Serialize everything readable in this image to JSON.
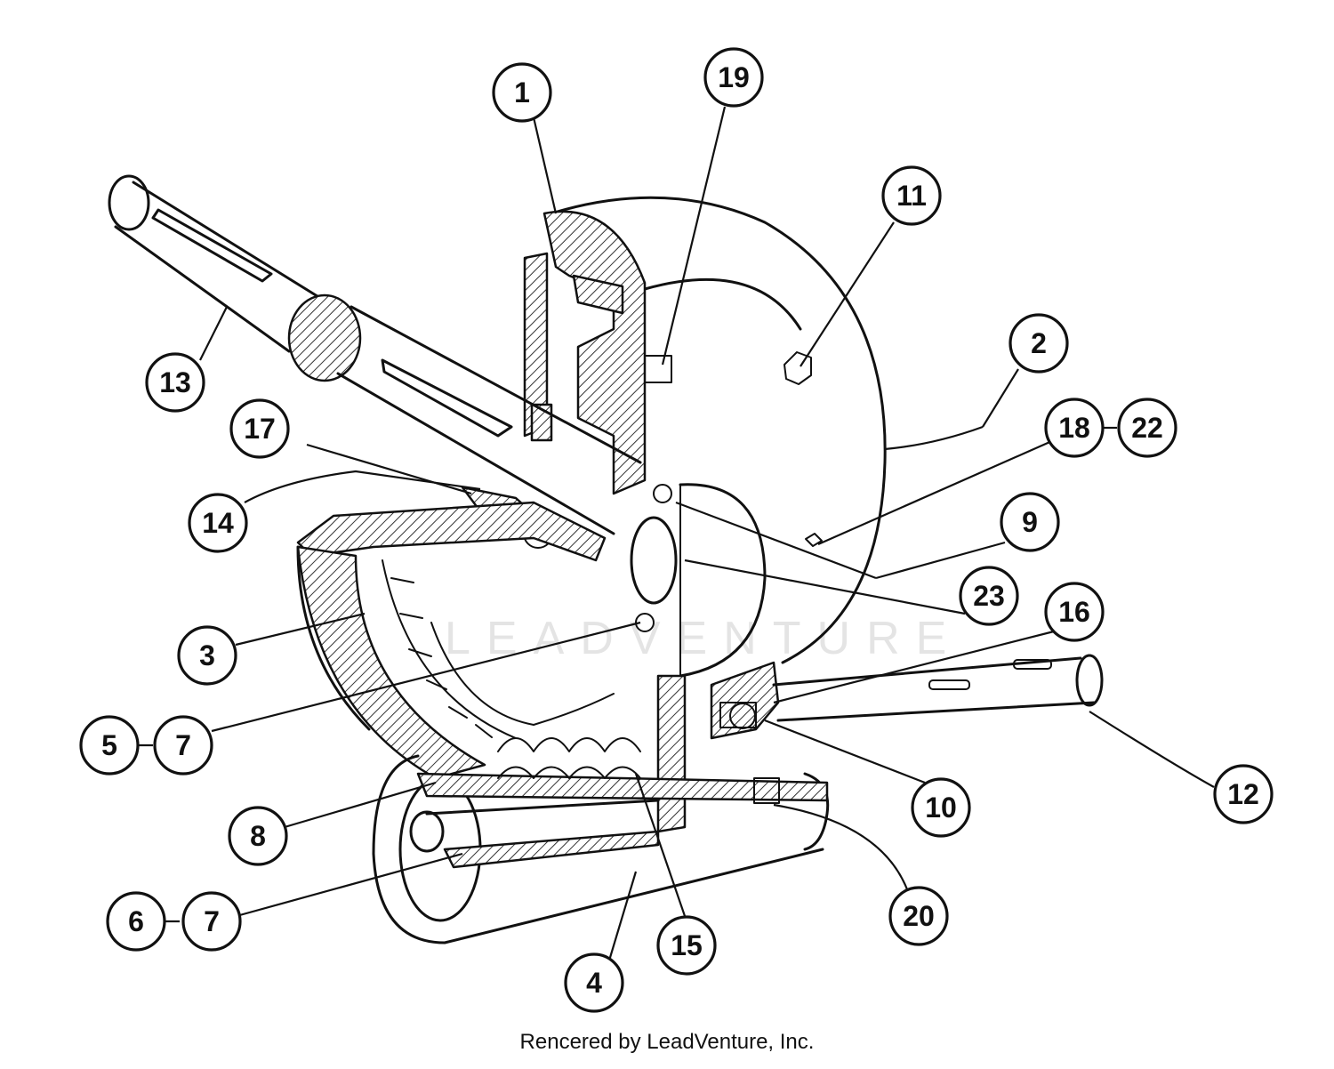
{
  "diagram": {
    "callouts": [
      "1",
      "2",
      "3",
      "4",
      "5",
      "6",
      "7",
      "8",
      "9",
      "10",
      "11",
      "12",
      "13",
      "14",
      "15",
      "16",
      "17",
      "18",
      "19",
      "20",
      "22",
      "23"
    ],
    "watermark": "LEADVENTURE"
  },
  "footer": {
    "credit": "Rencered by LeadVenture, Inc."
  }
}
